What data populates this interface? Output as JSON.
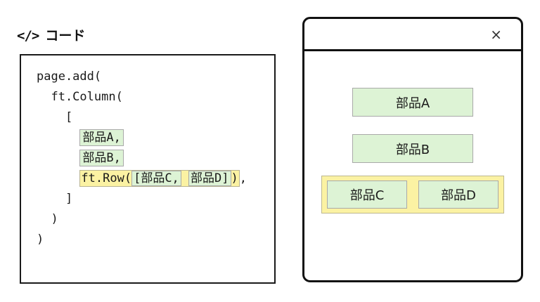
{
  "header": {
    "icon_glyph": "</>",
    "label": "コード"
  },
  "code": {
    "line1": "page.add(",
    "line2": "  ft.Column(",
    "line3": "    [",
    "indent6": "      ",
    "itemA": "部品A,",
    "itemB": "部品B,",
    "row_prefix": "ft.Row(",
    "row_c": "[部品C,",
    "row_sep": " ",
    "row_d": "部品D]",
    "row_suffix": ")",
    "row_trailing": ",",
    "line7": "    ]",
    "line8": "  )",
    "line9": ")"
  },
  "window": {
    "close": "×",
    "componentA": "部品A",
    "componentB": "部品B",
    "componentC": "部品C",
    "componentD": "部品D"
  },
  "colors": {
    "component_fill": "#ddf3d5",
    "component_border": "#a9a9a9",
    "row_fill": "#fbf2a3",
    "row_border": "#bdb88f",
    "outline": "#111111"
  }
}
